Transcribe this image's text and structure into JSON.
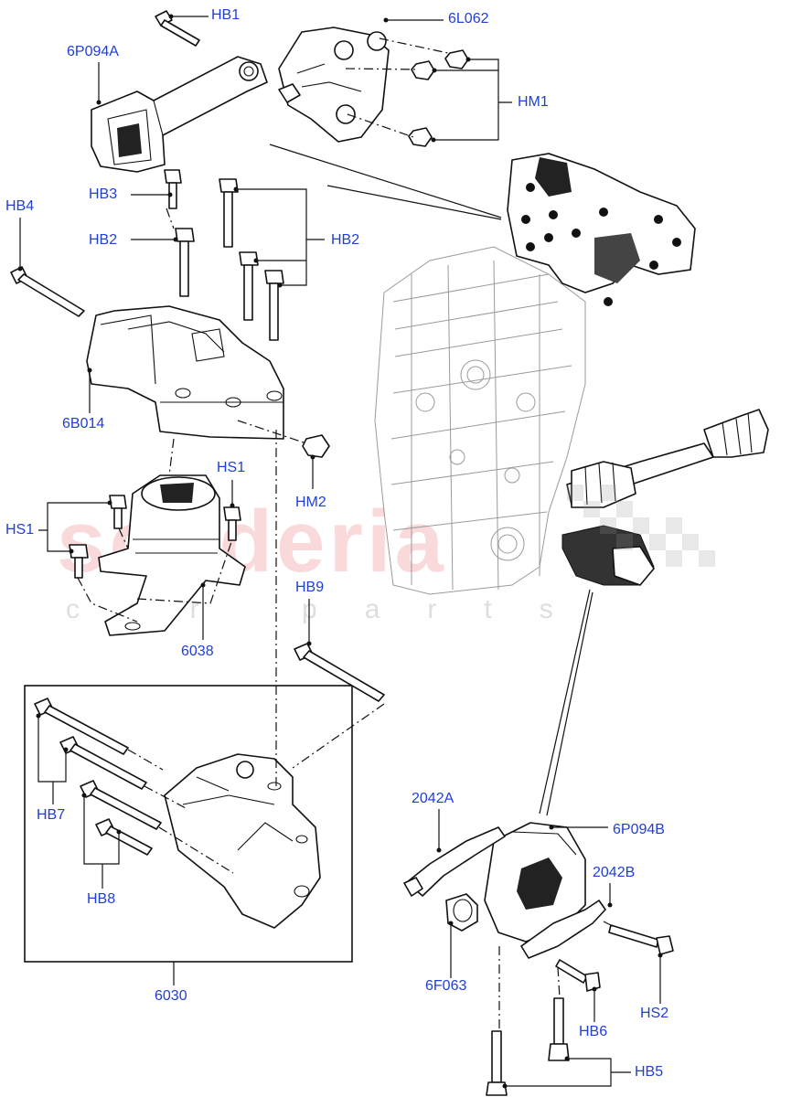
{
  "watermark": {
    "main": "scuderia",
    "sub": "car parts"
  },
  "labels": {
    "HB1": "HB1",
    "6L062": "6L062",
    "6P094A": "6P094A",
    "HM1": "HM1",
    "HB3": "HB3",
    "HB4": "HB4",
    "HB2_left": "HB2",
    "HB2_right": "HB2",
    "6B014": "6B014",
    "HS1_right": "HS1",
    "HS1_left": "HS1",
    "HM2": "HM2",
    "6038": "6038",
    "HB9": "HB9",
    "HB7": "HB7",
    "HB8": "HB8",
    "6030": "6030",
    "2042A": "2042A",
    "6P094B": "6P094B",
    "2042B": "2042B",
    "6F063": "6F063",
    "HS2": "HS2",
    "HB6": "HB6",
    "HB5": "HB5"
  },
  "colors": {
    "label": "#1f3fd6",
    "line": "#111111",
    "engine": "#9a9a9a",
    "watermark": "#eb7878"
  }
}
